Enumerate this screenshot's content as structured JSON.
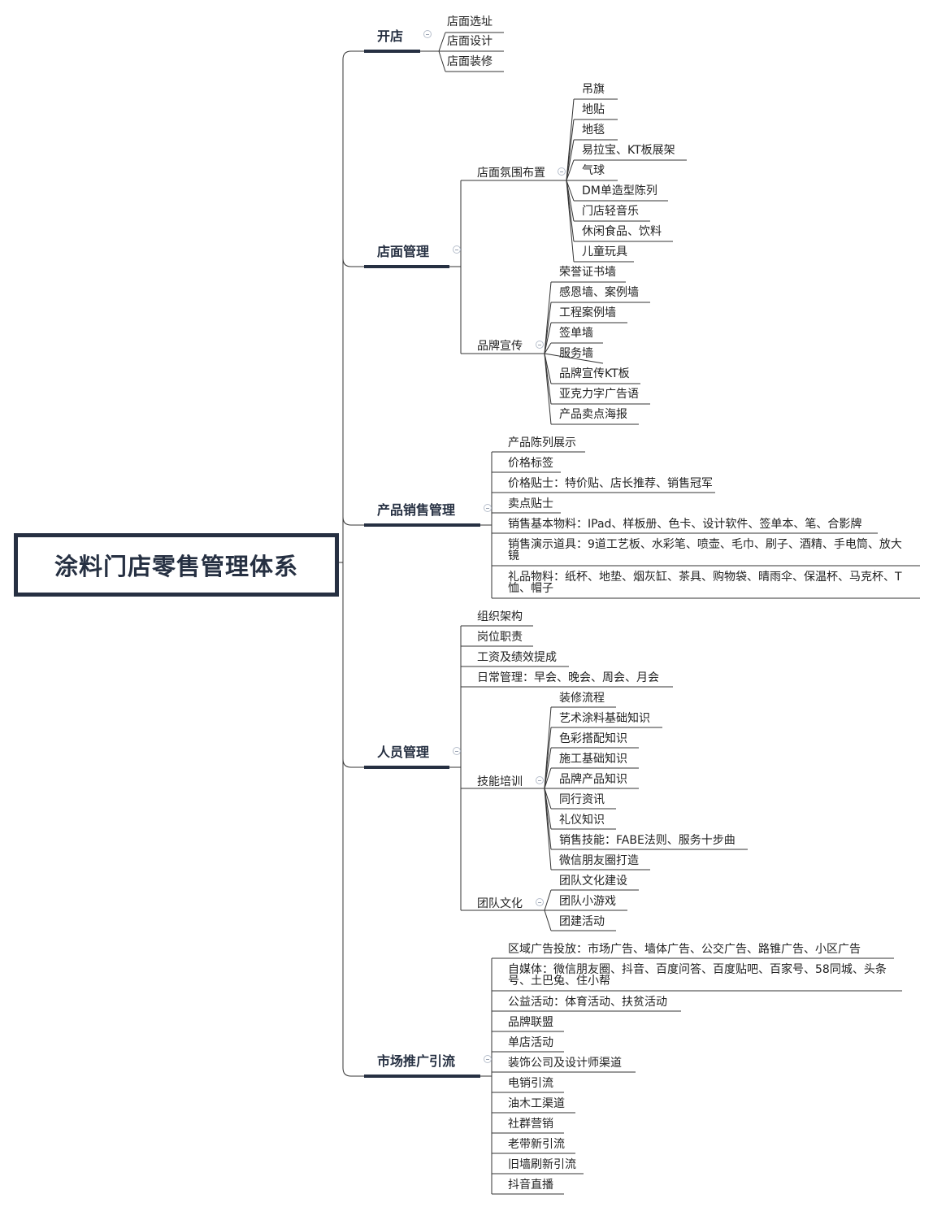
{
  "root": {
    "label": "涂料门店零售管理体系"
  },
  "branches": [
    {
      "label": "开店",
      "children": [
        {
          "label": "店面选址"
        },
        {
          "label": "店面设计"
        },
        {
          "label": "店面装修"
        }
      ]
    },
    {
      "label": "店面管理",
      "children": [
        {
          "label": "店面氛围布置",
          "children": [
            {
              "label": "吊旗"
            },
            {
              "label": "地贴"
            },
            {
              "label": "地毯"
            },
            {
              "label": "易拉宝、KT板展架"
            },
            {
              "label": "气球"
            },
            {
              "label": "DM单造型陈列"
            },
            {
              "label": "门店轻音乐"
            },
            {
              "label": "休闲食品、饮料"
            },
            {
              "label": "儿童玩具"
            }
          ]
        },
        {
          "label": "品牌宣传",
          "children": [
            {
              "label": "荣誉证书墙"
            },
            {
              "label": "感恩墙、案例墙"
            },
            {
              "label": "工程案例墙"
            },
            {
              "label": "签单墙"
            },
            {
              "label": "服务墙"
            },
            {
              "label": "品牌宣传KT板"
            },
            {
              "label": "亚克力字广告语"
            },
            {
              "label": "产品卖点海报"
            }
          ]
        }
      ]
    },
    {
      "label": "产品销售管理",
      "children": [
        {
          "label": "产品陈列展示"
        },
        {
          "label": "价格标签"
        },
        {
          "label": "价格贴士：特价贴、店长推荐、销售冠军"
        },
        {
          "label": "卖点贴士"
        },
        {
          "label": "销售基本物料：IPad、样板册、色卡、设计软件、签单本、笔、合影牌"
        },
        {
          "label": "销售演示道具：9道工艺板、水彩笔、喷壶、毛巾、刷子、酒精、手电筒、放大镜"
        },
        {
          "label": "礼品物料：纸杯、地垫、烟灰缸、茶具、购物袋、晴雨伞、保温杯、马克杯、T恤、帽子"
        }
      ]
    },
    {
      "label": "人员管理",
      "children": [
        {
          "label": "组织架构"
        },
        {
          "label": "岗位职责"
        },
        {
          "label": "工资及绩效提成"
        },
        {
          "label": "日常管理：早会、晚会、周会、月会"
        },
        {
          "label": "技能培训",
          "children": [
            {
              "label": "装修流程"
            },
            {
              "label": "艺术涂料基础知识"
            },
            {
              "label": "色彩搭配知识"
            },
            {
              "label": "施工基础知识"
            },
            {
              "label": "品牌产品知识"
            },
            {
              "label": "同行资讯"
            },
            {
              "label": "礼仪知识"
            },
            {
              "label": "销售技能：FABE法则、服务十步曲"
            },
            {
              "label": "微信朋友圈打造"
            }
          ]
        },
        {
          "label": "团队文化",
          "children": [
            {
              "label": "团队文化建设"
            },
            {
              "label": "团队小游戏"
            },
            {
              "label": "团建活动"
            }
          ]
        }
      ]
    },
    {
      "label": "市场推广引流",
      "children": [
        {
          "label": "区域广告投放：市场广告、墙体广告、公交广告、路锥广告、小区广告"
        },
        {
          "label": "自媒体：微信朋友圈、抖音、百度问答、百度贴吧、百家号、58同城、头条号、土巴兔、住小帮"
        },
        {
          "label": "公益活动：体育活动、扶贫活动"
        },
        {
          "label": "品牌联盟"
        },
        {
          "label": "单店活动"
        },
        {
          "label": "装饰公司及设计师渠道"
        },
        {
          "label": "电销引流"
        },
        {
          "label": "油木工渠道"
        },
        {
          "label": "社群营销"
        },
        {
          "label": "老带新引流"
        },
        {
          "label": "旧墙刷新引流"
        },
        {
          "label": "抖音直播"
        }
      ]
    }
  ],
  "colors": {
    "line": "#263042",
    "thin_line": "#333333",
    "toggle": "#b7bfcc"
  },
  "icons": {
    "collapse": "collapse-minus-icon"
  }
}
